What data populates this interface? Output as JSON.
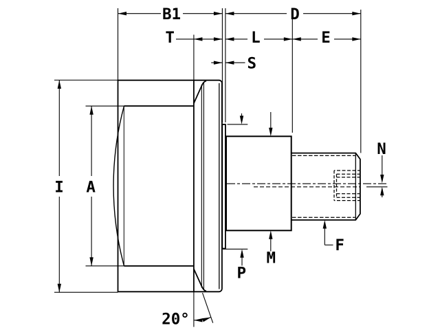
{
  "drawing": {
    "type": "engineering-dimension-drawing",
    "subject": "pressure-gauge-side-view",
    "background_color": "#ffffff",
    "ink_color": "#000000",
    "dimension_labels": {
      "b1": "B1",
      "d": "D",
      "t": "T",
      "l": "L",
      "e": "E",
      "s": "S",
      "i": "I",
      "a": "A",
      "n": "N",
      "m": "M",
      "p": "P",
      "f": "F",
      "angle": "20°"
    }
  }
}
